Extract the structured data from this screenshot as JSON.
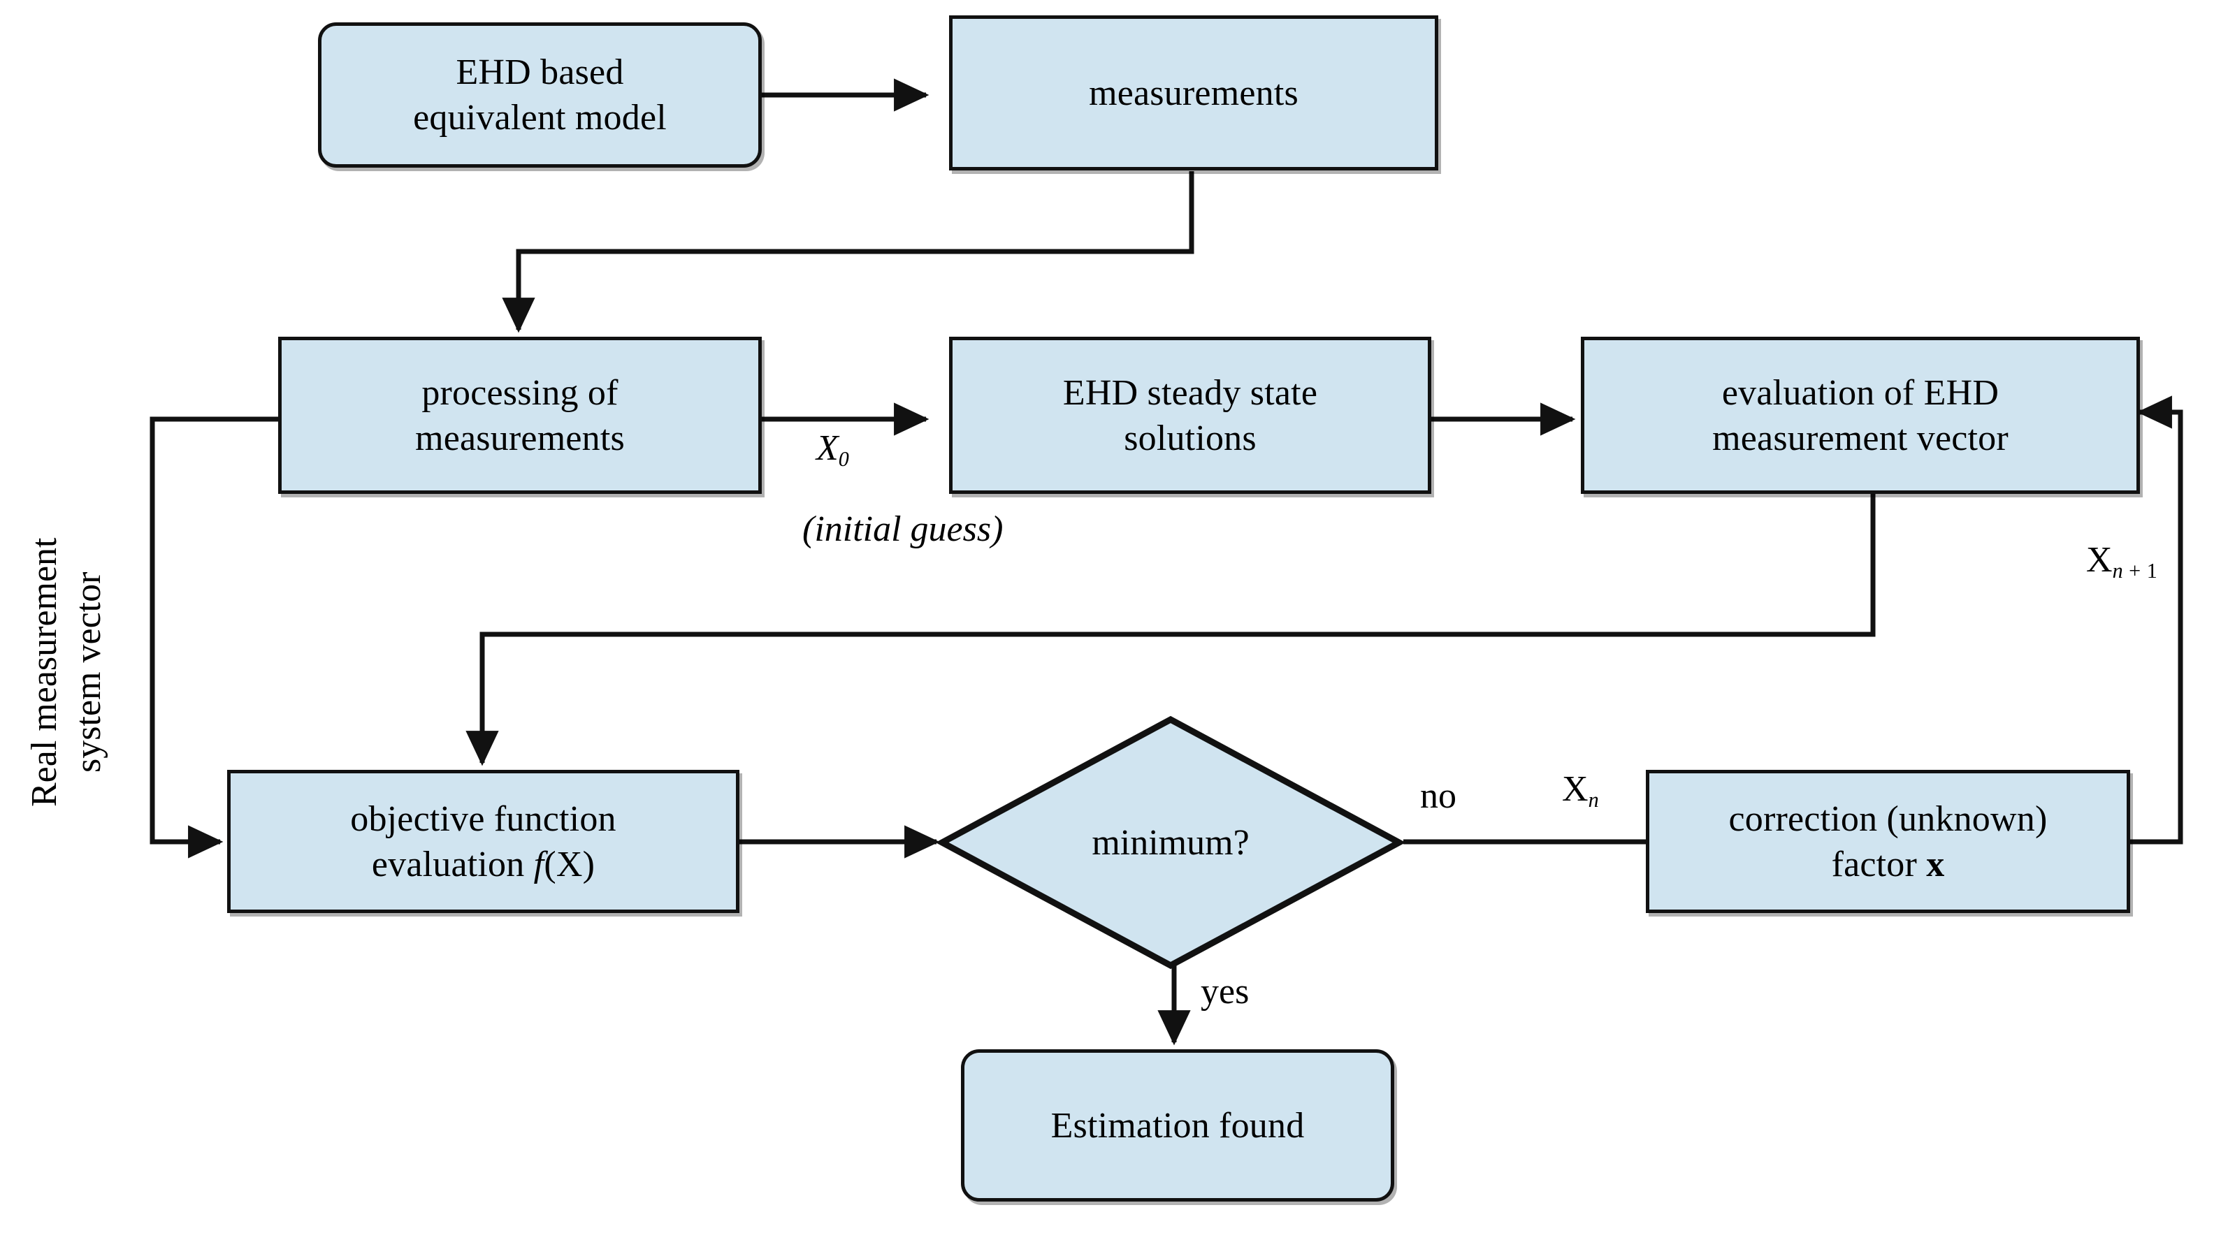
{
  "diagram": {
    "type": "flowchart",
    "title": "EHD parameter estimation flowchart",
    "colors": {
      "node_fill": "#d0e4f0",
      "node_stroke": "#111111",
      "background": "#ffffff",
      "text": "#000000"
    },
    "side_label": {
      "line1": "Real measurement",
      "line2": "system vector"
    },
    "nodes": {
      "ehd_model": {
        "line1": "EHD based",
        "line2": "equivalent model",
        "shape": "rounded-rect"
      },
      "measurements": {
        "line1": "measurements",
        "shape": "rect"
      },
      "processing": {
        "line1": "processing of",
        "line2": "measurements",
        "shape": "rect"
      },
      "steady_state": {
        "line1": "EHD steady state",
        "line2": "solutions",
        "shape": "rect"
      },
      "evaluation_vector": {
        "line1": "evaluation of EHD",
        "line2": "measurement vector",
        "shape": "rect"
      },
      "objective": {
        "line1": "objective function",
        "line2_pre": "evaluation ",
        "line2_f": "f",
        "line2_post": "(X)",
        "shape": "rect"
      },
      "decision": {
        "label": "minimum?",
        "shape": "diamond"
      },
      "correction": {
        "line1": "correction (unknown)",
        "line2_pre": "factor ",
        "line2_x": "x",
        "shape": "rect"
      },
      "estimation_found": {
        "line1": "Estimation found",
        "shape": "rounded-rect"
      }
    },
    "edge_labels": {
      "x0": "X",
      "x0_sub": "0",
      "initial_guess": "(initial guess)",
      "no": "no",
      "yes": "yes",
      "xn": "X",
      "xn_sub": "n",
      "xn1": "X",
      "xn1_sub_n": "n",
      "xn1_sub_op": " + ",
      "xn1_sub_1": "1"
    },
    "edges": [
      {
        "from": "ehd_model",
        "to": "measurements"
      },
      {
        "from": "measurements",
        "to": "processing"
      },
      {
        "from": "processing",
        "to": "steady_state",
        "label": "X0 (initial guess)"
      },
      {
        "from": "steady_state",
        "to": "evaluation_vector"
      },
      {
        "from": "evaluation_vector",
        "to": "objective"
      },
      {
        "from": "processing",
        "to": "objective",
        "label": "Real measurement system vector"
      },
      {
        "from": "objective",
        "to": "decision"
      },
      {
        "from": "decision",
        "to": "correction",
        "label": "no / Xn"
      },
      {
        "from": "decision",
        "to": "estimation_found",
        "label": "yes"
      },
      {
        "from": "correction",
        "to": "evaluation_vector",
        "label": "Xn+1"
      }
    ]
  }
}
